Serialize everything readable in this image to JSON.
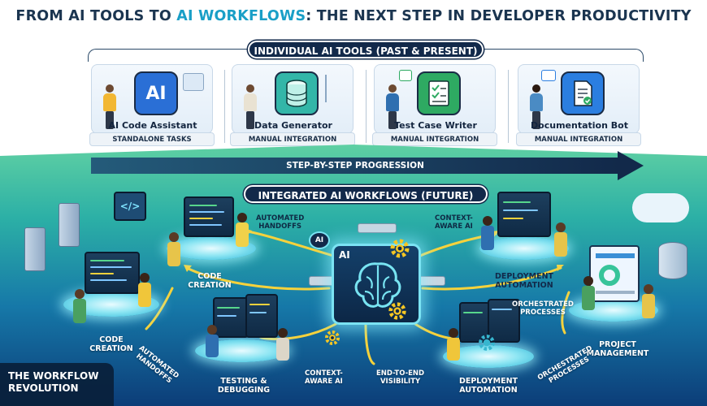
{
  "title": {
    "prefix": "FROM AI TOOLS TO ",
    "highlight": "AI WORKFLOWS",
    "suffix": ": THE NEXT STEP IN DEVELOPER PRODUCTIVITY"
  },
  "tools_section": {
    "heading": "INDIVIDUAL AI TOOLS (PAST & PRESENT)",
    "cards": [
      {
        "label": "AI Code Assistant",
        "sub": "STANDALONE TASKS",
        "icon_text": "AI",
        "icon": "ai-chip-icon",
        "color": "#2a6fd6"
      },
      {
        "label": "Data Generator",
        "sub": "MANUAL INTEGRATION",
        "icon": "database-gear-icon",
        "color": "#33b6a8"
      },
      {
        "label": "Test Case Writer",
        "sub": "MANUAL INTEGRATION",
        "icon": "checklist-icon",
        "color": "#2eaa62"
      },
      {
        "label": "Documentation Bot",
        "sub": "MANUAL INTEGRATION",
        "icon": "document-check-icon",
        "color": "#2b7ee0"
      }
    ]
  },
  "progression": {
    "label": "STEP-BY-STEP PROGRESSION"
  },
  "workflows_section": {
    "heading": "INTEGRATED AI WORKFLOWS (FUTURE)",
    "center_label": "AI",
    "stages": {
      "code_creation_upper": "CODE\nCREATION",
      "code_creation_lower": "CODE\nCREATION",
      "testing": "TESTING &\nDEBUGGING",
      "deployment_upper": "DEPLOYMENT\nAUTOMATION",
      "deployment_lower": "DEPLOYMENT\nAUTOMATION",
      "project_management": "PROJECT\nMANAGEMENT"
    },
    "annotations": {
      "automated_handoffs_upper": "AUTOMATED\nHANDOFFS",
      "context_aware_upper": "CONTEXT-\nAWARE AI",
      "automated_handoffs_lower": "AUTOMATED\nHANDOFFS",
      "context_aware_lower": "CONTEXT-\nAWARE AI",
      "end_to_end": "END-TO-END\nVISIBILITY",
      "orchestrated_upper": "ORCHESTRATED\nPROCESSES",
      "orchestrated_lower": "ORCHESTRATED\nPROCESSES",
      "small_ai_badge": "AI"
    }
  },
  "footer": {
    "label": "THE WORKFLOW\nREVOLUTION"
  },
  "colors": {
    "navy": "#12294a",
    "accent_blue": "#1a9fc7",
    "flow_yellow": "#f6d23c",
    "glow_cyan": "#8ee6f3"
  }
}
